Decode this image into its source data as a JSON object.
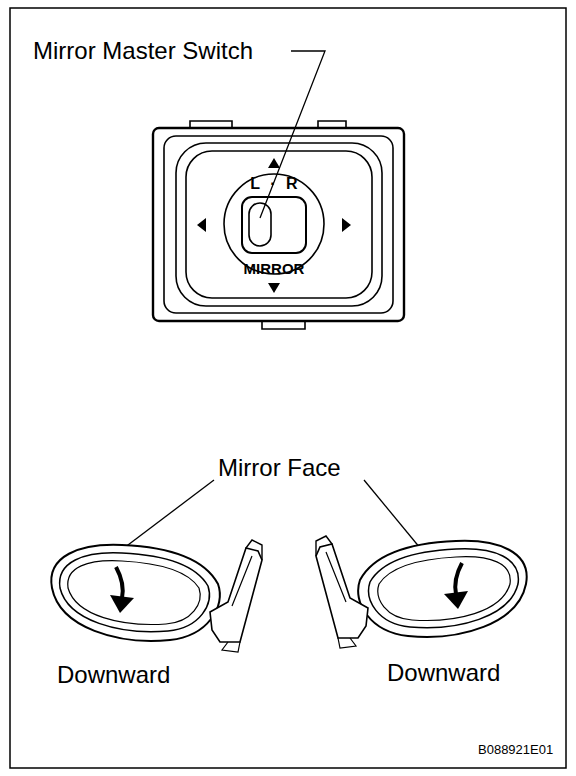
{
  "diagram": {
    "labels": [
      "Mirror Master Switch",
      "L · R",
      "MIRROR",
      "Mirror Face",
      "Downward",
      "Downward",
      "B088921E01"
    ]
  }
}
